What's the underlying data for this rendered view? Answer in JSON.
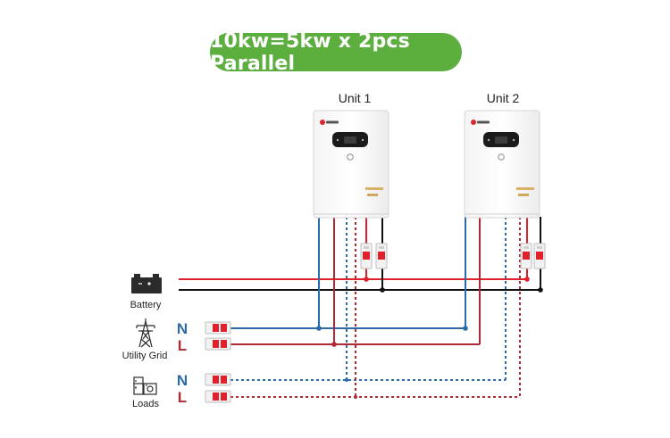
{
  "title": "10kw=5kw x 2pcs Parallel",
  "units": [
    {
      "label": "Unit 1"
    },
    {
      "label": "Unit 2"
    }
  ],
  "sources": {
    "battery": "Battery",
    "utility_grid": "Utility Grid",
    "loads": "Loads"
  },
  "line_markers": {
    "neutral": "N",
    "live": "L"
  },
  "colors": {
    "title_bg": "#5cae3f",
    "positive": "#e0202a",
    "negative": "#111111",
    "neutral": "#2f6aa8",
    "live": "#b02a35",
    "neutral_label": "#2f6aa8",
    "live_label": "#b02a35"
  }
}
